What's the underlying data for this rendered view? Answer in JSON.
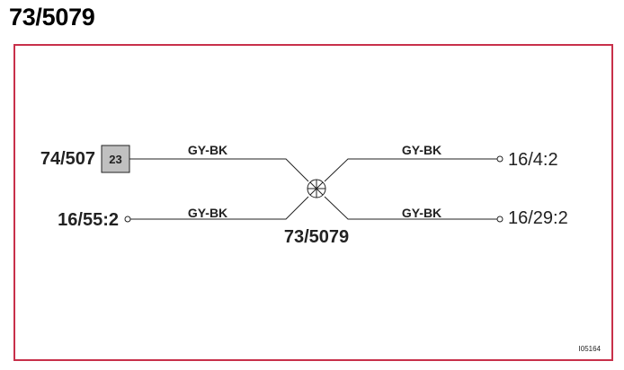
{
  "title": "73/5079",
  "diagram": {
    "splice": {
      "label": "73/5079"
    },
    "left_top": {
      "connector": "74/507",
      "pin": "23",
      "wire_color": "GY-BK"
    },
    "left_bottom": {
      "connector": "16/55:2",
      "wire_color": "GY-BK"
    },
    "right_top": {
      "connector": "16/4:2",
      "wire_color": "GY-BK"
    },
    "right_bottom": {
      "connector": "16/29:2",
      "wire_color": "GY-BK"
    },
    "figure_id": "I05164"
  },
  "colors": {
    "frame_border": "#c8304a",
    "pin_box_fill": "#c0c0c0",
    "line": "#222222"
  }
}
